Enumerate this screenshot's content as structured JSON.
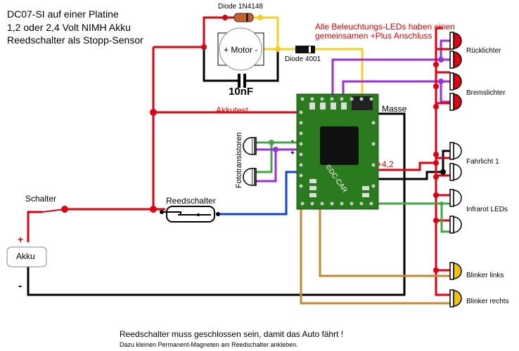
{
  "header": {
    "line1": "DC07-SI auf einer Platine",
    "line2": "1,2 oder 2,4 Volt NIMH Akku",
    "line3": "Reedschalter als Stopp-Sensor"
  },
  "note": {
    "line1": "Alle Beleuchtungs-LEDs haben einen",
    "line2": "gemeinsamen +Plus Anschluss"
  },
  "components": {
    "diode_small": "Diode 1N4148",
    "motor": "+ Motor -",
    "capacitor": "10nF",
    "diode_large": "Diode 4001",
    "akkutest": "Akkutest",
    "masse": "Masse",
    "plus42": "+4,2",
    "fototransistoren": "Fototransistoren",
    "pin_minus": "-",
    "pin_plus": "+",
    "schalter": "Schalter",
    "reedschalter": "Reedschalter",
    "akku": "Akku",
    "akku_plus": "+",
    "akku_minus": "-",
    "chip_label": "©DC-CAR"
  },
  "leds": [
    {
      "label": "Rücklichter",
      "color": "#e00010"
    },
    {
      "label": "Bremslichter",
      "color": "#e00010"
    },
    {
      "label": "Fahrlicht 1",
      "color": "#ffffff"
    },
    {
      "label": "Infrarot LEDs",
      "color": "#ffffff"
    },
    {
      "label": "Blinker links",
      "color": "#f2c010"
    },
    {
      "label": "Blinker rechts",
      "color": "#f2c010"
    }
  ],
  "footer": {
    "line1": "Reedschalter muss geschlossen sein, damit das Auto fährt !",
    "line2": "Dazu kleinen Permanent-Magneten am Reedschalter ankleben."
  },
  "colors": {
    "plus": "#e00010",
    "ground": "#000000",
    "motor_minus": "#f5d020",
    "light_control": "#9a2ee0",
    "ir": "#40a840",
    "reed": "#1040e0",
    "blinker": "#c08a30",
    "pcb": "#2a7a1e"
  }
}
